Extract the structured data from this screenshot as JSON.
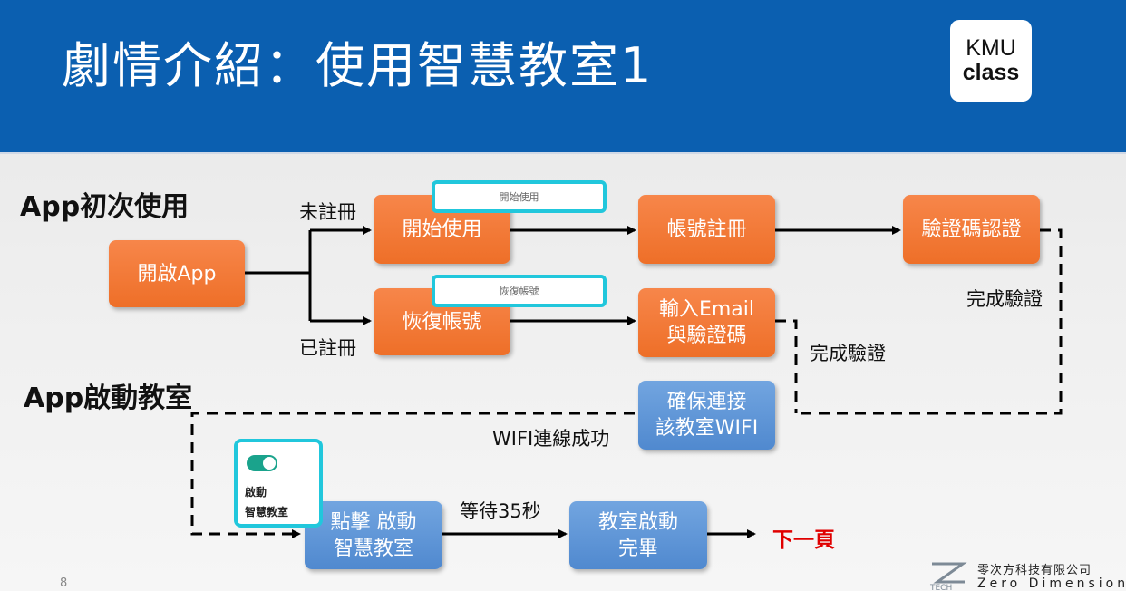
{
  "header": {
    "title": "劇情介紹：使用智慧教室1",
    "logo_line1": "KMU",
    "logo_line2": "class"
  },
  "sections": {
    "first_use": "App初次使用",
    "start_classroom": "App啟動教室"
  },
  "nodes": {
    "open_app": "開啟App",
    "start_use": "開始使用",
    "recover_account": "恢復帳號",
    "register_account": "帳號註冊",
    "verify_code": "驗證碼認證",
    "input_email": "輸入Email\n與驗證碼",
    "ensure_wifi": "確保連接\n該教室WIFI",
    "click_start": "點擊 啟動\n智慧教室",
    "classroom_started": "教室啟動\n完畢"
  },
  "pills": {
    "start_use": "開始使用",
    "recover_account": "恢復帳號"
  },
  "edge_labels": {
    "unregistered": "未註冊",
    "registered": "已註冊",
    "verified_1": "完成驗證",
    "verified_2": "完成驗證",
    "wifi_ok": "WIFI連線成功",
    "wait": "等待35秒",
    "next_page": "下一頁"
  },
  "toggle_card": {
    "line1": "啟動",
    "line2": "智慧教室"
  },
  "footer": {
    "page_number": "8",
    "company_cn": "零次方科技有限公司",
    "company_en": "Zero Dimension",
    "logo_text": "TECH"
  },
  "colors": {
    "header": "#0b5fb0",
    "orange_node": "#f07a36",
    "blue_node": "#5f98d8",
    "pill_border": "#21c7dc",
    "next_page": "#e00000"
  }
}
